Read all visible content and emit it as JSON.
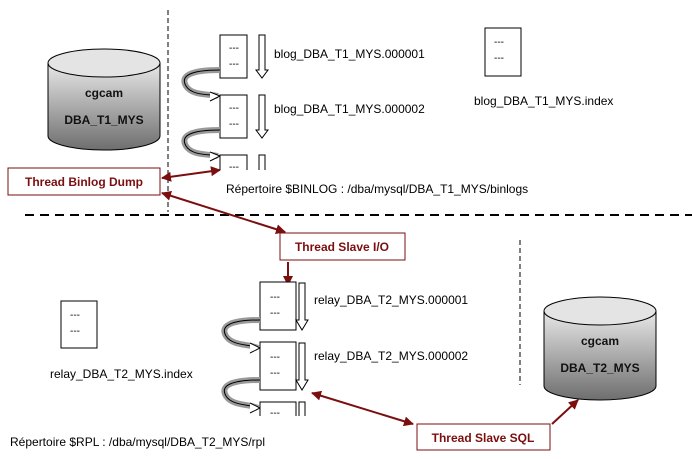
{
  "source": {
    "database": {
      "name": "cgcam",
      "instance": "DBA_T1_MYS"
    },
    "thread": "Thread Binlog Dump",
    "binlog_files": [
      {
        "name": "blog_DBA_T1_MYS.000001",
        "lines": [
          "---",
          "---"
        ]
      },
      {
        "name": "blog_DBA_T1_MYS.000002",
        "lines": [
          "---",
          "---"
        ]
      },
      {
        "name": "",
        "lines": [
          "---"
        ]
      }
    ],
    "index_file": {
      "name": "blog_DBA_T1_MYS.index",
      "lines": [
        "---",
        "---"
      ]
    },
    "directory": "Répertoire $BINLOG : /dba/mysql/DBA_T1_MYS/binlogs"
  },
  "replica": {
    "database": {
      "name": "cgcam",
      "instance": "DBA_T2_MYS"
    },
    "io_thread": "Thread Slave I/O",
    "sql_thread": "Thread Slave SQL",
    "relay_files": [
      {
        "name": "relay_DBA_T2_MYS.000001",
        "lines": [
          "---",
          "---"
        ]
      },
      {
        "name": "relay_DBA_T2_MYS.000002",
        "lines": [
          "---",
          "---"
        ]
      },
      {
        "name": "",
        "lines": [
          "---"
        ]
      }
    ],
    "index_file": {
      "name": "relay_DBA_T2_MYS.index",
      "lines": [
        "---",
        "---"
      ]
    },
    "directory": "Répertoire $RPL : /dba/mysql/DBA_T2_MYS/rpl"
  },
  "colors": {
    "thread": "#7b0f0f",
    "line": "#000000"
  }
}
